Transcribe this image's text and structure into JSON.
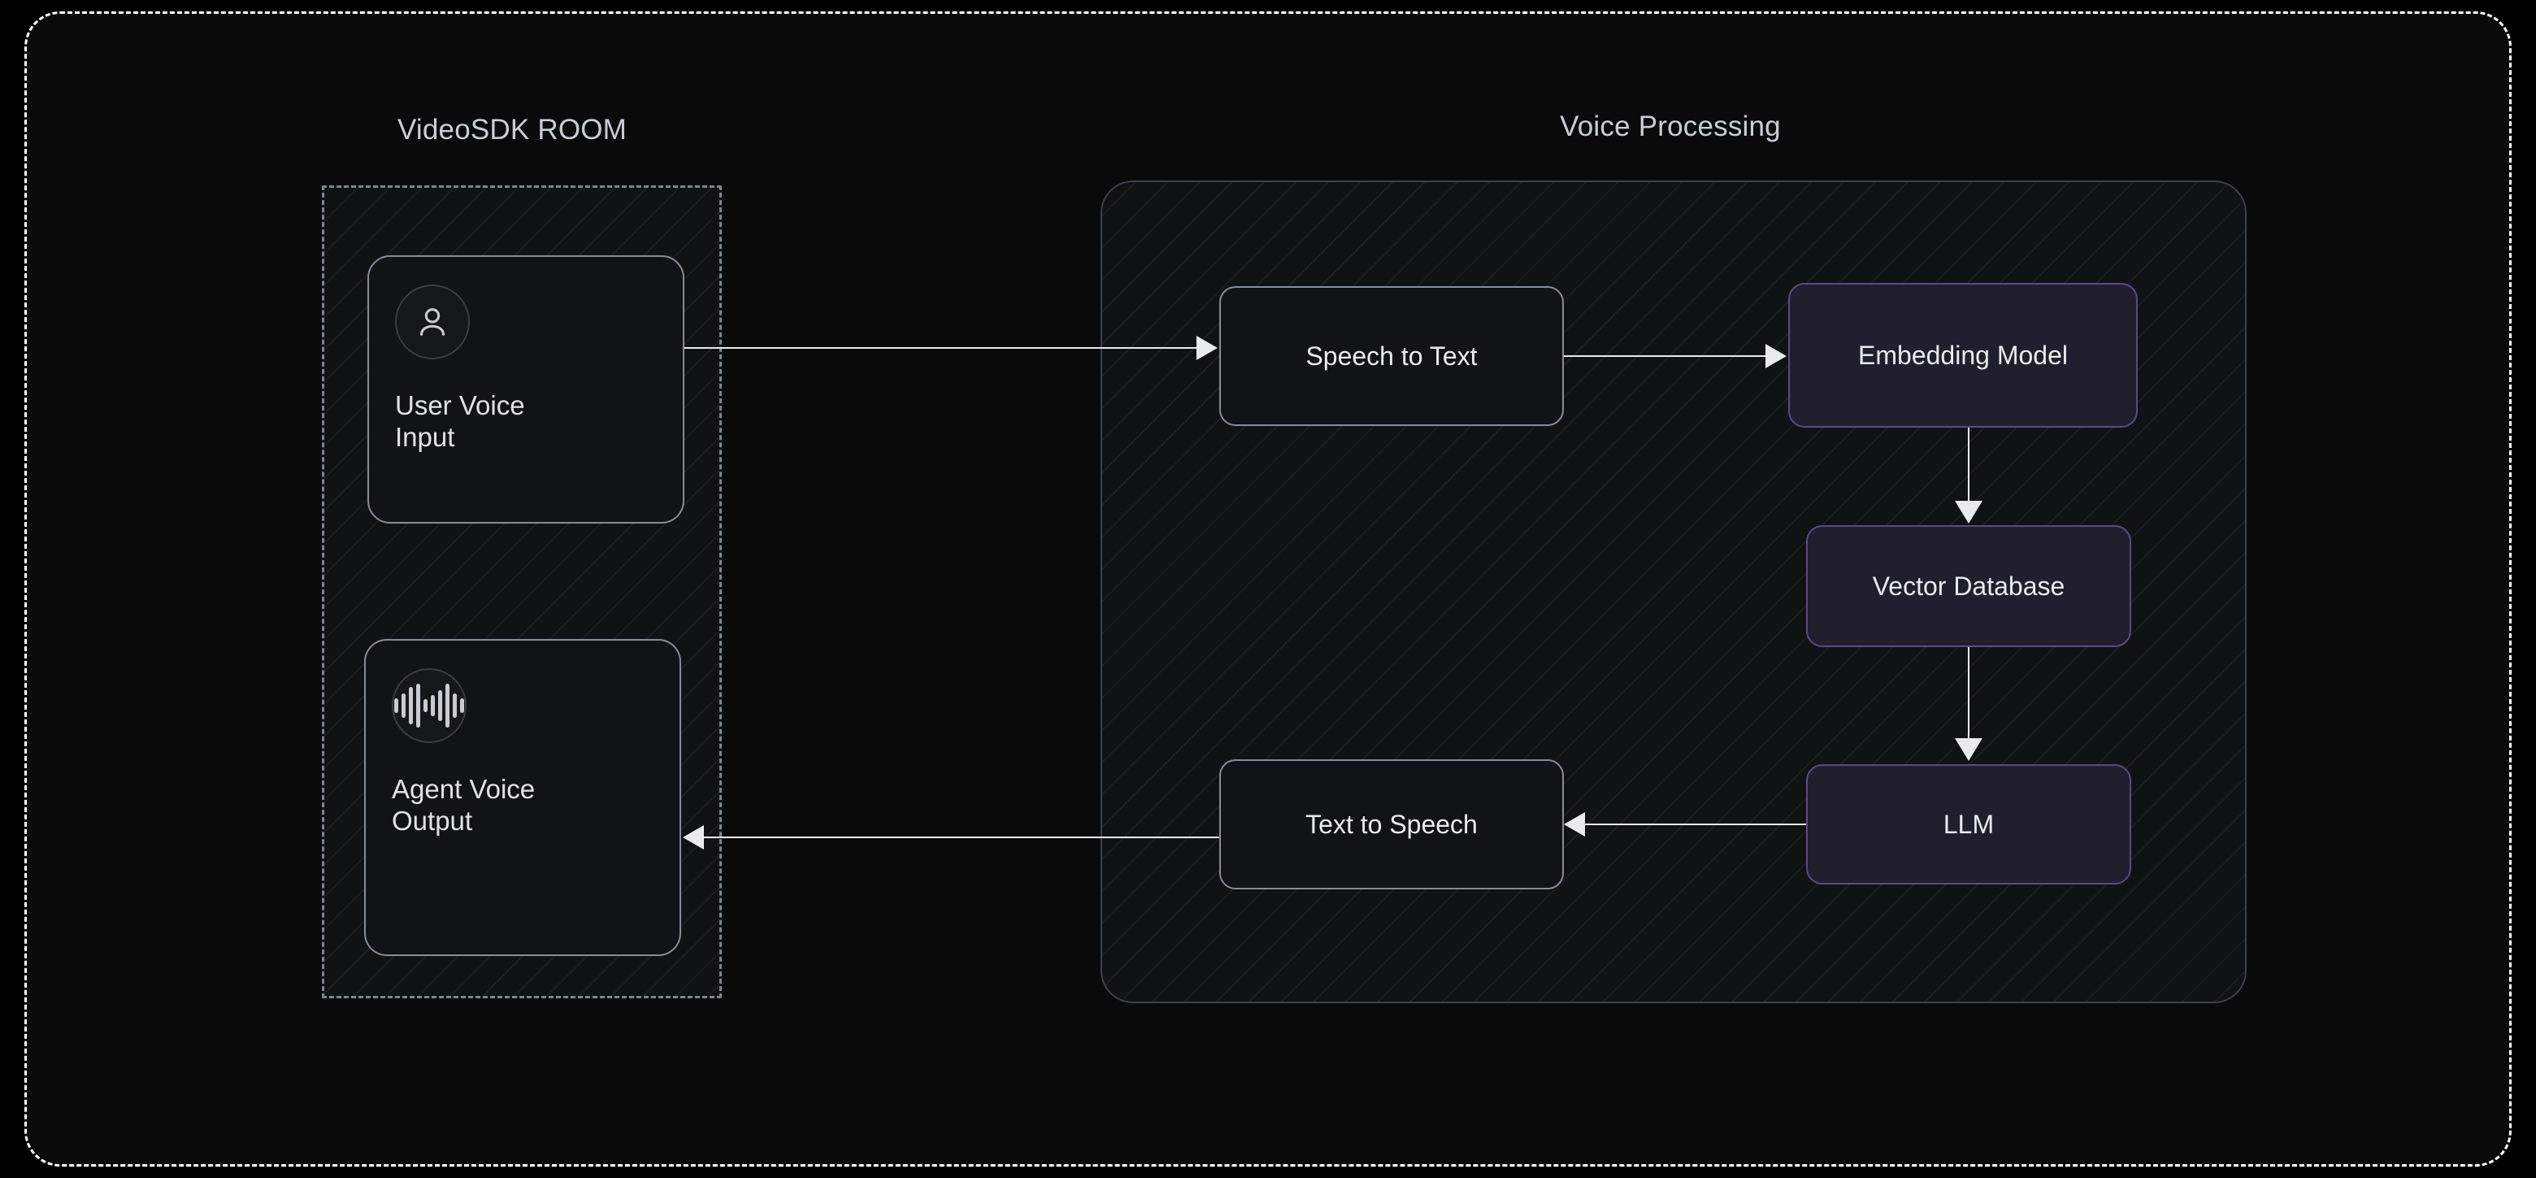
{
  "diagram": {
    "title_room": "VideoSDK ROOM",
    "title_processing": "Voice Processing",
    "colors": {
      "page_background": "#000000",
      "frame_background": "#0a0a0a",
      "frame_border": "#ffffff",
      "group_hatch_background": "#111214",
      "room_group_border": "#7d858f",
      "processing_group_border": "#3d4149",
      "node_plain_fill": "#121316",
      "node_plain_border": "#868d96",
      "node_purple_fill": "#211f2e",
      "node_purple_border": "#5a4a85",
      "text_primary": "#e9ecef",
      "text_title": "#c9ced4",
      "arrow": "#e8eaed"
    },
    "room": {
      "cards": [
        {
          "id": "user-voice-input",
          "icon": "person-icon",
          "label_line1": "User Voice",
          "label_line2": "Input"
        },
        {
          "id": "agent-voice-output",
          "icon": "waveform-icon",
          "label_line1": "Agent Voice",
          "label_line2": "Output"
        }
      ]
    },
    "processing": {
      "nodes": [
        {
          "id": "speech-to-text",
          "label": "Speech to Text",
          "style": "plain"
        },
        {
          "id": "embedding-model",
          "label": "Embedding Model",
          "style": "purple"
        },
        {
          "id": "vector-database",
          "label": "Vector Database",
          "style": "purple"
        },
        {
          "id": "llm",
          "label": "LLM",
          "style": "purple"
        },
        {
          "id": "text-to-speech",
          "label": "Text to Speech",
          "style": "plain"
        }
      ]
    },
    "edges": [
      {
        "id": "user-to-stt",
        "from": "user-voice-input",
        "to": "speech-to-text",
        "direction": "right"
      },
      {
        "id": "stt-to-emb",
        "from": "speech-to-text",
        "to": "embedding-model",
        "direction": "right"
      },
      {
        "id": "emb-to-vdb",
        "from": "embedding-model",
        "to": "vector-database",
        "direction": "down"
      },
      {
        "id": "vdb-to-llm",
        "from": "vector-database",
        "to": "llm",
        "direction": "down"
      },
      {
        "id": "llm-to-tts",
        "from": "llm",
        "to": "text-to-speech",
        "direction": "left"
      },
      {
        "id": "tts-to-agent",
        "from": "text-to-speech",
        "to": "agent-voice-output",
        "direction": "left"
      }
    ],
    "waveform_bars": [
      18,
      30,
      46,
      54,
      16,
      26,
      38,
      54,
      30,
      18
    ]
  }
}
